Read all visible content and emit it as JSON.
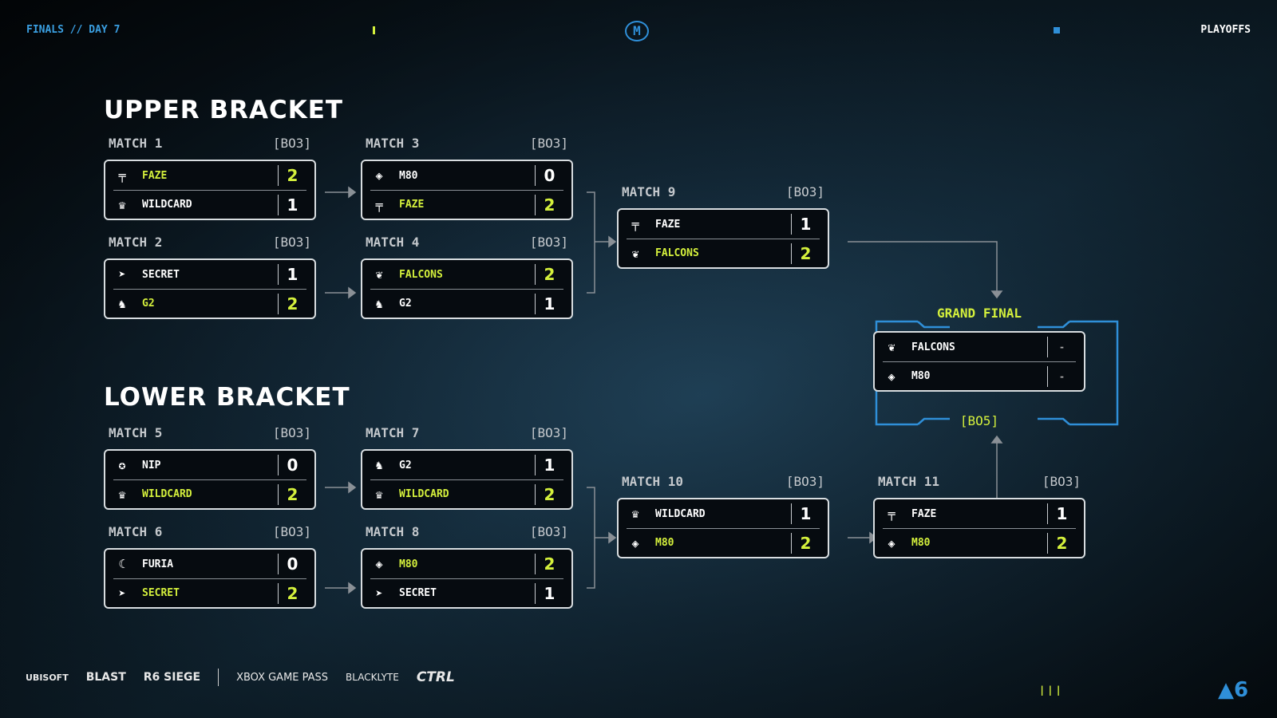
{
  "header": {
    "left": "FINALS // DAY 7",
    "logo": "M",
    "right": "PLAYOFFS"
  },
  "sections": {
    "upper": "UPPER BRACKET",
    "lower": "LOWER BRACKET"
  },
  "colors": {
    "accent": "#d4f03c",
    "blue": "#2f8fd8"
  },
  "matches": [
    {
      "id": "m1",
      "label": "MATCH 1",
      "format": "[BO3]",
      "teams": [
        {
          "name": "FAZE",
          "icon": "faze-icon",
          "score": "2",
          "win": true
        },
        {
          "name": "WILDCARD",
          "icon": "wildcard-icon",
          "score": "1"
        }
      ]
    },
    {
      "id": "m2",
      "label": "MATCH 2",
      "format": "[BO3]",
      "teams": [
        {
          "name": "SECRET",
          "icon": "secret-icon",
          "score": "1"
        },
        {
          "name": "G2",
          "icon": "g2-icon",
          "score": "2",
          "win": true
        }
      ]
    },
    {
      "id": "m3",
      "label": "MATCH 3",
      "format": "[BO3]",
      "teams": [
        {
          "name": "M80",
          "icon": "m80-icon",
          "score": "0"
        },
        {
          "name": "FAZE",
          "icon": "faze-icon",
          "score": "2",
          "win": true
        }
      ]
    },
    {
      "id": "m4",
      "label": "MATCH 4",
      "format": "[BO3]",
      "teams": [
        {
          "name": "FALCONS",
          "icon": "falcons-icon",
          "score": "2",
          "win": true
        },
        {
          "name": "G2",
          "icon": "g2-icon",
          "score": "1"
        }
      ]
    },
    {
      "id": "m9",
      "label": "MATCH 9",
      "format": "[BO3]",
      "teams": [
        {
          "name": "FAZE",
          "icon": "faze-icon",
          "score": "1"
        },
        {
          "name": "FALCONS",
          "icon": "falcons-icon",
          "score": "2",
          "win": true
        }
      ]
    },
    {
      "id": "m5",
      "label": "MATCH 5",
      "format": "[BO3]",
      "teams": [
        {
          "name": "NIP",
          "icon": "nip-icon",
          "score": "0"
        },
        {
          "name": "WILDCARD",
          "icon": "wildcard-icon",
          "score": "2",
          "win": true
        }
      ]
    },
    {
      "id": "m6",
      "label": "MATCH 6",
      "format": "[BO3]",
      "teams": [
        {
          "name": "FURIA",
          "icon": "furia-icon",
          "score": "0"
        },
        {
          "name": "SECRET",
          "icon": "secret-icon",
          "score": "2",
          "win": true
        }
      ]
    },
    {
      "id": "m7",
      "label": "MATCH 7",
      "format": "[BO3]",
      "teams": [
        {
          "name": "G2",
          "icon": "g2-icon",
          "score": "1"
        },
        {
          "name": "WILDCARD",
          "icon": "wildcard-icon",
          "score": "2",
          "win": true
        }
      ]
    },
    {
      "id": "m8",
      "label": "MATCH 8",
      "format": "[BO3]",
      "teams": [
        {
          "name": "M80",
          "icon": "m80-icon",
          "score": "2",
          "win": true
        },
        {
          "name": "SECRET",
          "icon": "secret-icon",
          "score": "1"
        }
      ]
    },
    {
      "id": "m10",
      "label": "MATCH 10",
      "format": "[BO3]",
      "teams": [
        {
          "name": "WILDCARD",
          "icon": "wildcard-icon",
          "score": "1"
        },
        {
          "name": "M80",
          "icon": "m80-icon",
          "score": "2",
          "win": true
        }
      ]
    },
    {
      "id": "m11",
      "label": "MATCH 11",
      "format": "[BO3]",
      "teams": [
        {
          "name": "FAZE",
          "icon": "faze-icon",
          "score": "1"
        },
        {
          "name": "M80",
          "icon": "m80-icon",
          "score": "2",
          "win": true
        }
      ]
    },
    {
      "id": "gf",
      "label": "",
      "format": "",
      "teams": [
        {
          "name": "FALCONS",
          "icon": "falcons-icon",
          "score": "-"
        },
        {
          "name": "M80",
          "icon": "m80-icon",
          "score": "-"
        }
      ]
    }
  ],
  "grand_final": {
    "title": "GRAND FINAL",
    "format": "[BO5]"
  },
  "sponsors": [
    "UBISOFT",
    "BLAST",
    "R6 SIEGE",
    "XBOX GAME PASS",
    "BLACKLYTE",
    "CTRL"
  ]
}
